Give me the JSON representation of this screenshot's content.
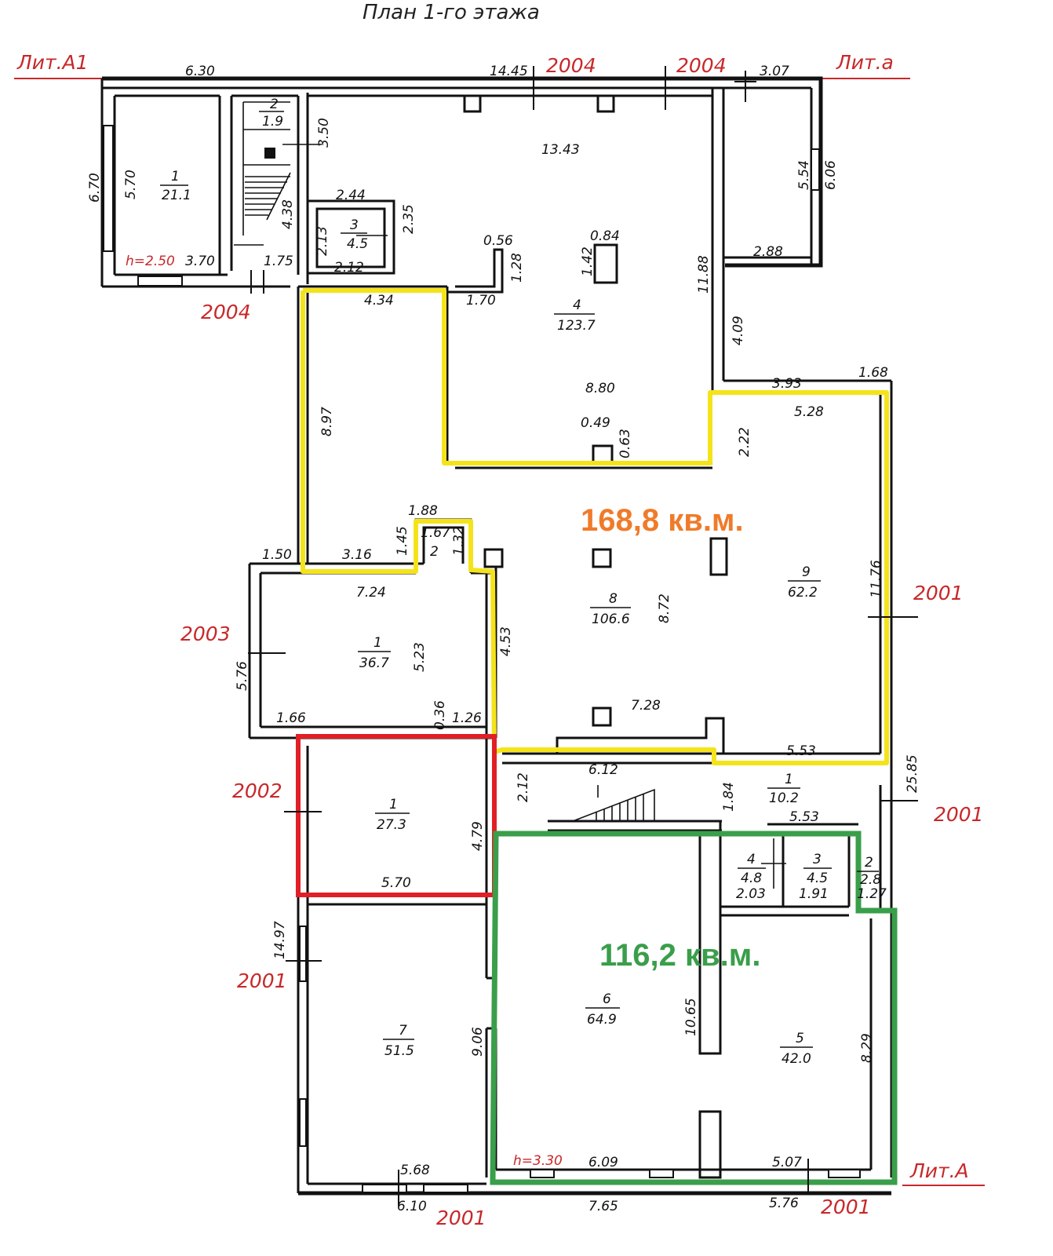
{
  "title": "План 1-го этажа",
  "lit_labels": {
    "a1": "Лит.А1",
    "a_small": "Лит.а",
    "a": "Лит.А"
  },
  "ref_codes": {
    "top_left": "2004",
    "top_mid1": "2004",
    "top_mid2": "2004",
    "left_2003": "2003",
    "left_2002": "2002",
    "left_2001": "2001",
    "right_2001_a": "2001",
    "right_2001_b": "2001",
    "bottom_2001_a": "2001",
    "bottom_2001_b": "2001"
  },
  "areas": {
    "orange": "168,8 кв.м.",
    "green": "116,2 кв.м."
  },
  "colors": {
    "orange": "#ef7b2a",
    "green": "#3a9e4a",
    "yellow": "#f5e31a",
    "red": "#e11f26",
    "annotation": "#c8282a"
  },
  "rooms": [
    {
      "id": "a1-1",
      "num": "1",
      "area": "21.1"
    },
    {
      "id": "a1-2",
      "num": "2",
      "area": "1.9"
    },
    {
      "id": "a1-3",
      "num": "3",
      "area": "4.5"
    },
    {
      "id": "a1-4",
      "num": "4",
      "area": "123.7"
    },
    {
      "id": "b-1",
      "num": "1",
      "area": "36.7"
    },
    {
      "id": "b-2",
      "num": "2",
      "area": ""
    },
    {
      "id": "b-8",
      "num": "8",
      "area": "106.6"
    },
    {
      "id": "b-9",
      "num": "9",
      "area": "62.2"
    },
    {
      "id": "c-1",
      "num": "1",
      "area": "27.3"
    },
    {
      "id": "c-1b",
      "num": "1",
      "area": "10.2"
    },
    {
      "id": "c-4",
      "num": "4",
      "area": "4.8"
    },
    {
      "id": "c-3",
      "num": "3",
      "area": "4.5"
    },
    {
      "id": "c-2",
      "num": "2",
      "area": "2.8"
    },
    {
      "id": "c-7",
      "num": "7",
      "area": "51.5"
    },
    {
      "id": "c-6",
      "num": "6",
      "area": "64.9"
    },
    {
      "id": "c-5",
      "num": "5",
      "area": "42.0"
    }
  ],
  "heights": {
    "h1": "h=2.50",
    "h2": "h=3.30"
  },
  "dims": {
    "d630": "6.30",
    "d1445": "14.45",
    "d307": "3.07",
    "d670": "6.70",
    "d570": "5.70",
    "d370": "3.70",
    "d175": "1.75",
    "d350": "3.50",
    "d438": "4.38",
    "d244": "2.44",
    "d213": "2.13",
    "d235": "2.35",
    "d212": "2.12",
    "d1343": "13.43",
    "d056": "0.56",
    "d128": "1.28",
    "d084": "0.84",
    "d142": "1.42",
    "d170": "1.70",
    "d434": "4.34",
    "d880": "8.80",
    "d1188": "11.88",
    "d554": "5.54",
    "d606": "6.06",
    "d288": "2.88",
    "d409": "4.09",
    "d393": "3.93",
    "d168": "1.68",
    "d528": "5.28",
    "d049": "0.49",
    "d063": "0.63",
    "d222": "2.22",
    "d897": "8.97",
    "d188": "1.88",
    "d145": "1.45",
    "d167": "1.67",
    "d132": "1.32",
    "d150": "1.50",
    "d316": "3.16",
    "d724": "7.24",
    "d872": "8.72",
    "d1176": "11.76",
    "d453": "4.53",
    "d576": "5.76",
    "d523": "5.23",
    "d166": "1.66",
    "d036": "0.36",
    "d126": "1.26",
    "d728": "7.28",
    "d553a": "5.53",
    "d612": "6.12",
    "d212b": "2.12",
    "d184": "1.84",
    "d553b": "5.53",
    "d2585": "25.85",
    "d479": "4.79",
    "d570b": "5.70",
    "d203": "2.03",
    "d191": "1.91",
    "d127": "1.27",
    "d1497": "14.97",
    "d906": "9.06",
    "d1065": "10.65",
    "d829": "8.29",
    "d568": "5.68",
    "d609": "6.09",
    "d507": "5.07",
    "d610": "6.10",
    "d765": "7.65",
    "d576b": "5.76"
  }
}
